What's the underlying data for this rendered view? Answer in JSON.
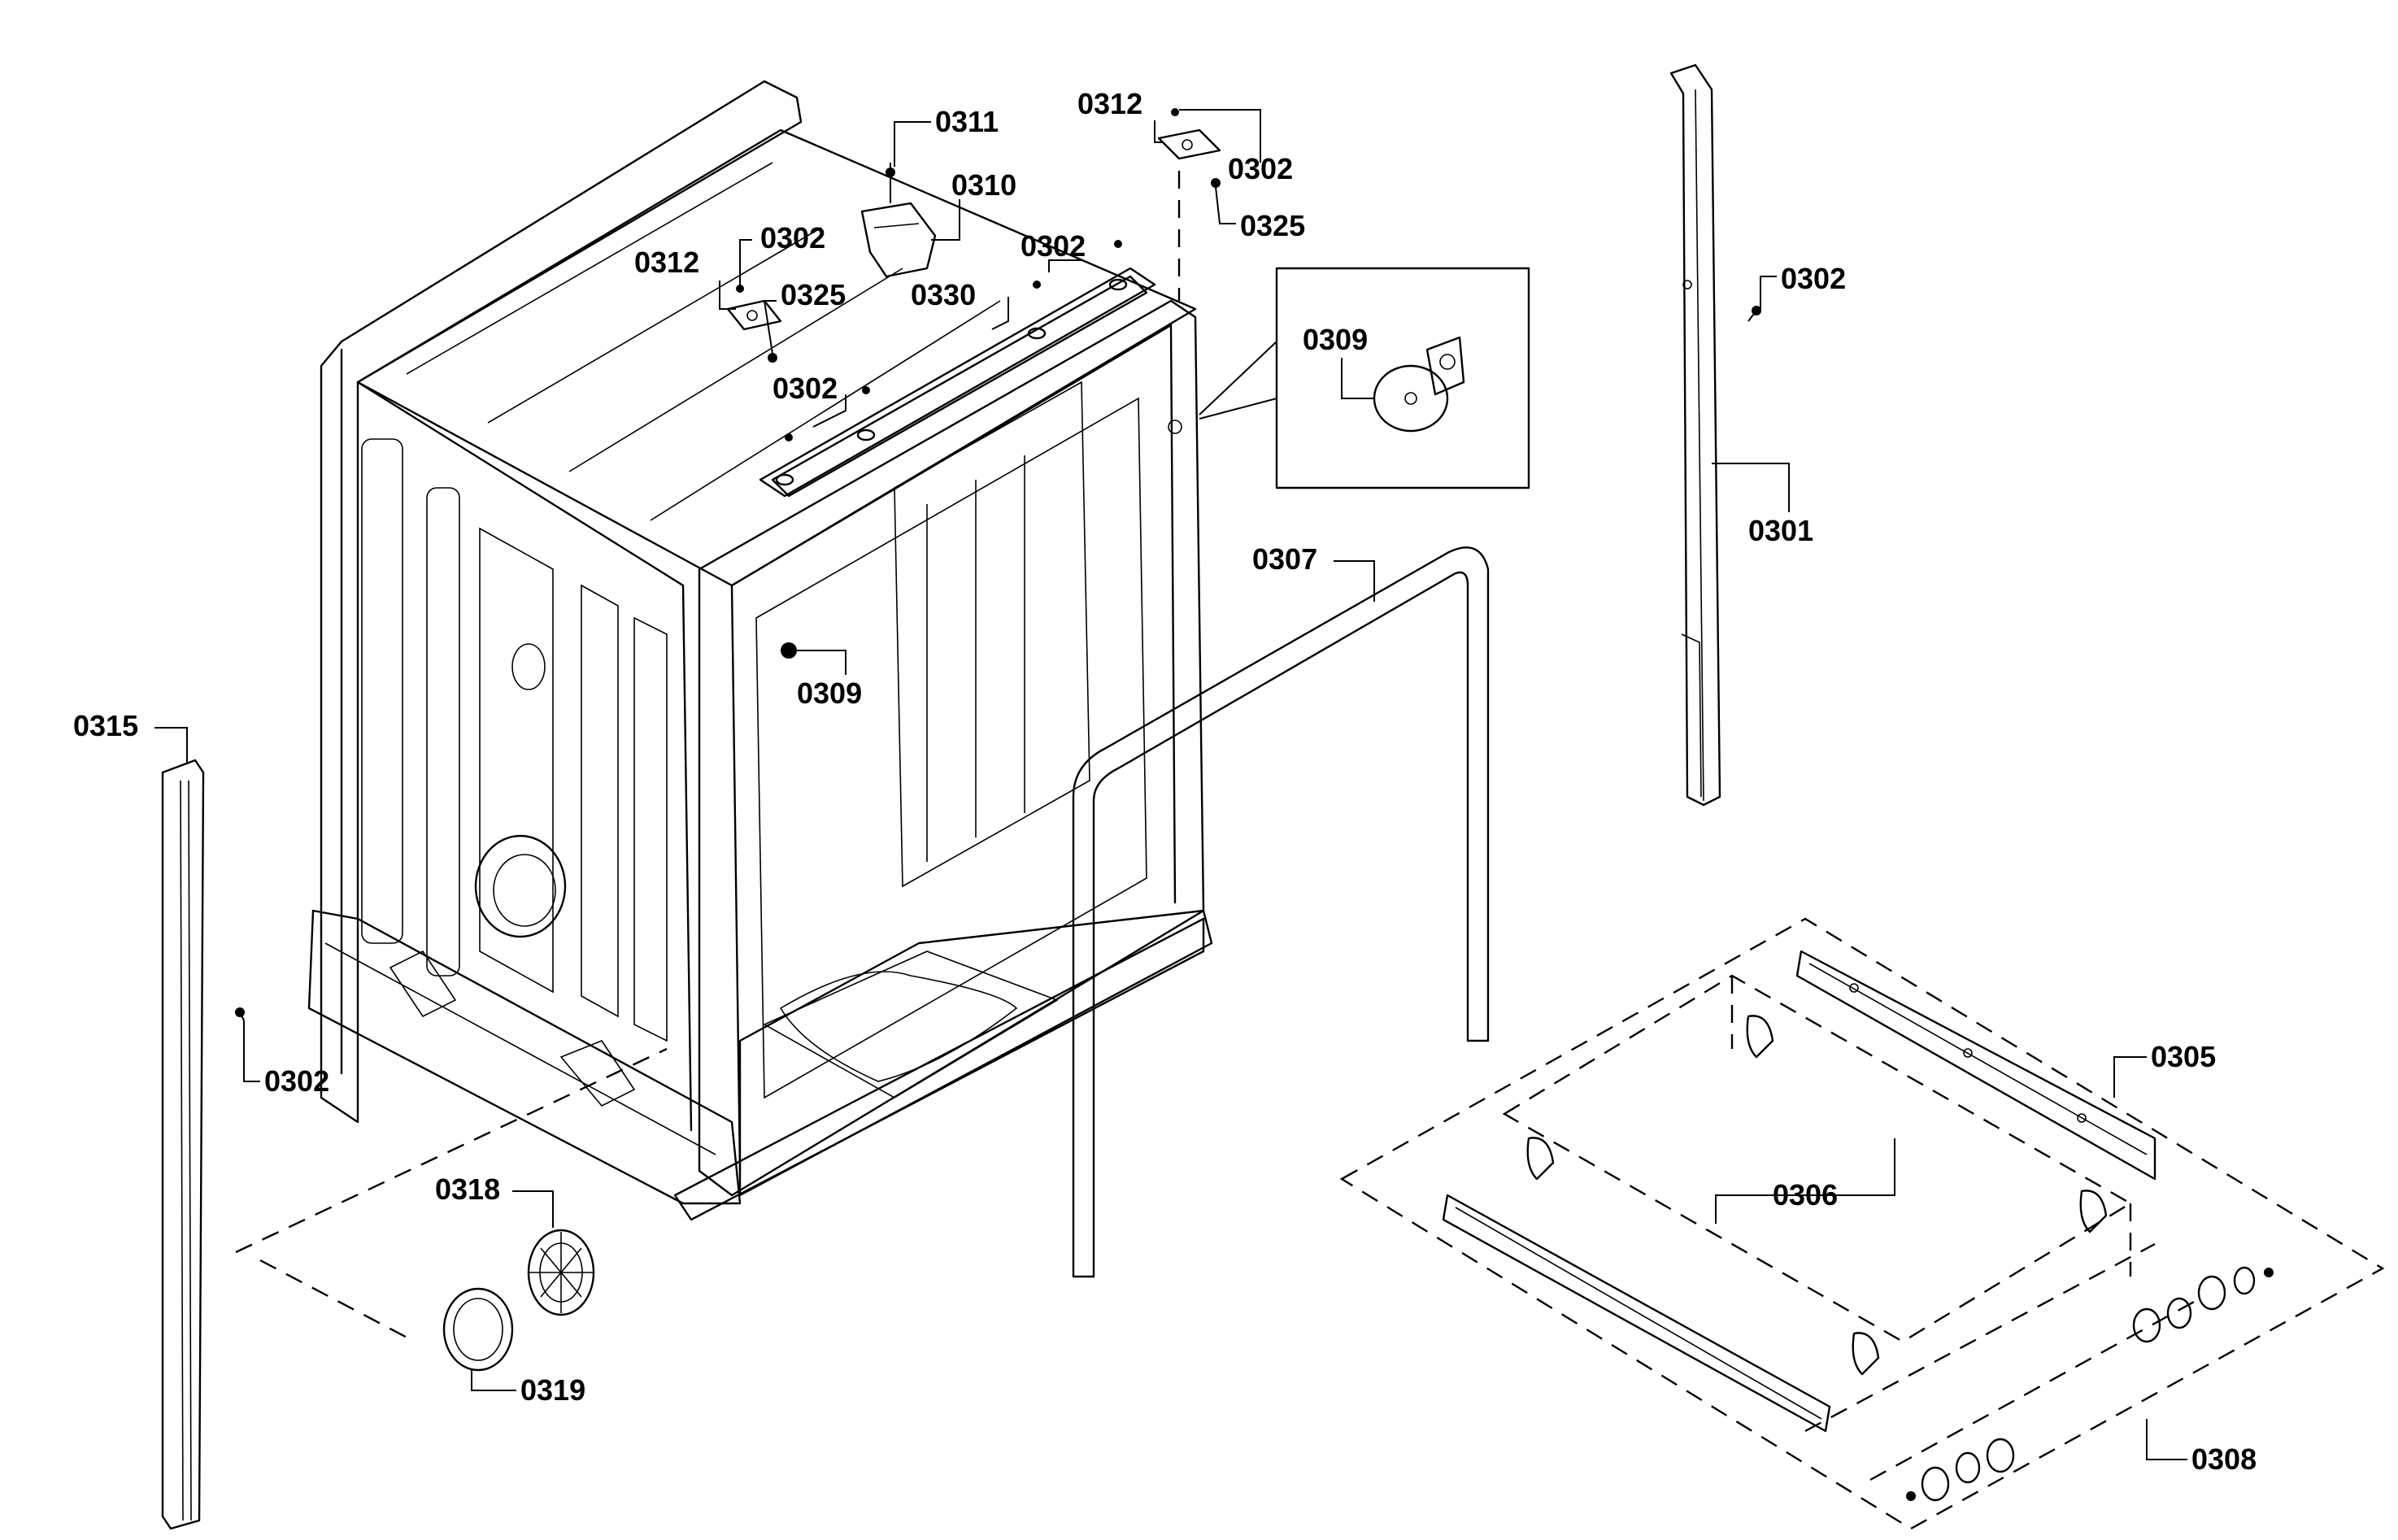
{
  "diagram": {
    "type": "exploded-parts-diagram",
    "labels": {
      "tub_top_hinge_left": "0312",
      "screw_a": "0302",
      "screw_b": "0325",
      "clip_top": "0311",
      "latch_bracket": "0310",
      "screw_c": "0302",
      "rail_top": "0330",
      "screw_d": "0302",
      "hinge_right": "0312",
      "screw_e": "0302",
      "screw_f": "0325",
      "grommet_detail": "0309",
      "grommet_tub": "0309",
      "side_strip_right": "0301",
      "screw_side_right": "0302",
      "door_gasket": "0307",
      "side_strip_left": "0315",
      "screw_left": "0302",
      "sump_seal": "0318",
      "sump_ring": "0319",
      "rail_front": "0305",
      "rail_clips": "0306",
      "roller_kit": "0308"
    }
  }
}
